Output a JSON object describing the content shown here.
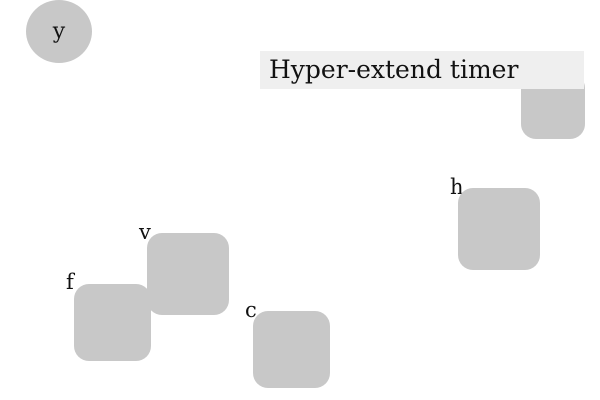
{
  "timer": {
    "label": "Hyper-extend timer"
  },
  "avatar": {
    "label": "y"
  },
  "tiles": [
    {
      "id": "h",
      "label": "h"
    },
    {
      "id": "v",
      "label": "v"
    },
    {
      "id": "f",
      "label": "f"
    },
    {
      "id": "c",
      "label": "c"
    }
  ],
  "colors": {
    "tile": "#c8c8c8",
    "label_background": "#efefef",
    "text": "#111111",
    "background": "#ffffff"
  }
}
